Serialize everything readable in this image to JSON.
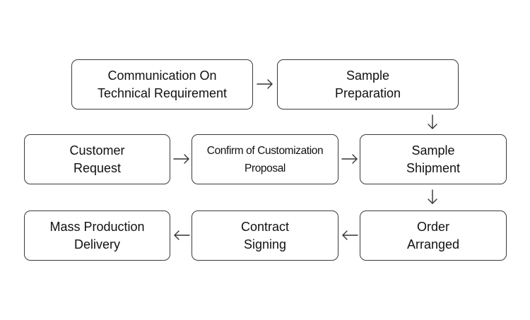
{
  "steps": {
    "communication": [
      "Communication On",
      "Technical Requirement"
    ],
    "sample_preparation": [
      "Sample",
      "Preparation"
    ],
    "customer_request": [
      "Customer",
      "Request"
    ],
    "confirm_proposal": [
      "Confirm of Customization",
      "Proposal"
    ],
    "sample_shipment": [
      "Sample",
      "Shipment"
    ],
    "mass_production": [
      "Mass Production",
      "Delivery"
    ],
    "contract_signing": [
      "Contract",
      "Signing"
    ],
    "order_arranged": [
      "Order",
      "Arranged"
    ]
  }
}
